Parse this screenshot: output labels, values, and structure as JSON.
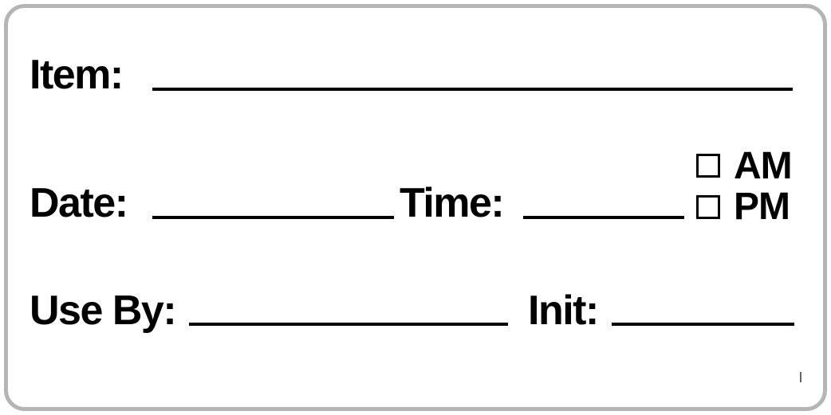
{
  "label": {
    "item_label": "Item:",
    "date_label": "Date:",
    "time_label": "Time:",
    "am_label": "AM",
    "pm_label": "PM",
    "use_by_label": "Use By:",
    "init_label": "Init:"
  },
  "colors": {
    "border": "#b5b5b5",
    "text": "#000000",
    "background": "#ffffff"
  }
}
